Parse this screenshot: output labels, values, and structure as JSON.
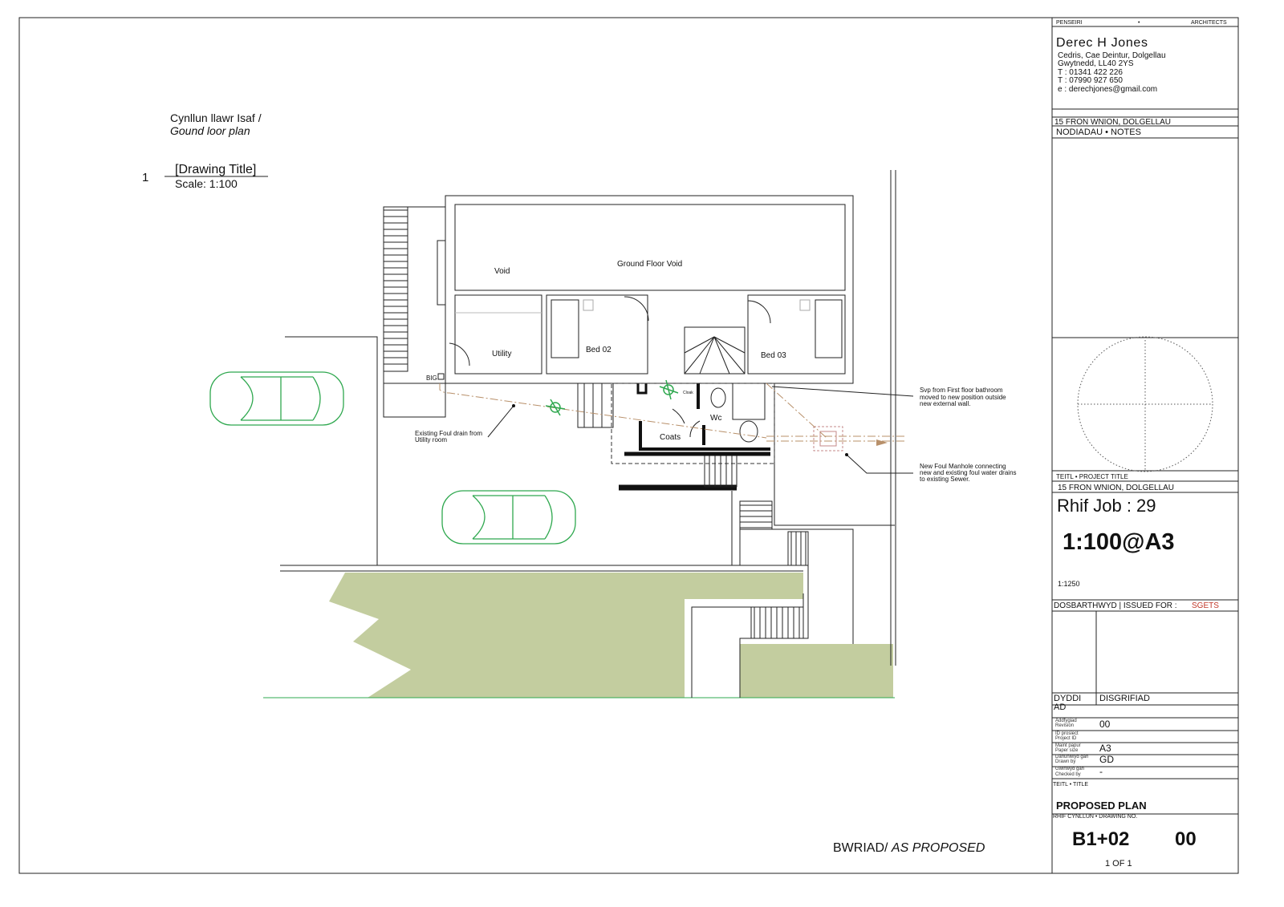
{
  "drawing": {
    "plan_title_welsh": "Cynllun llawr Isaf /",
    "plan_title_english": "Gound loor plan",
    "drawing_number_marker": "1",
    "drawing_title": "[Drawing Title]",
    "scale": "Scale: 1:100",
    "footer_label_welsh": "BWRIAD/",
    "footer_label_english": "AS PROPOSED",
    "rooms": {
      "void": "Void",
      "ground_floor_void": "Ground Floor Void",
      "utility": "Utility",
      "bed_02": "Bed 02",
      "bed_03": "Bed 03",
      "wc": "Wc",
      "coats": "Coats",
      "cloak": "Cloak",
      "big": "BIG"
    },
    "annotations": {
      "foul_drain": [
        "Existing Foul drain from",
        "Utility room"
      ],
      "svp": [
        "Svp from First floor bathroom",
        "moved to new position outside",
        "new external wall."
      ],
      "manhole": [
        "New Foul Manhole connecting",
        "new and existing foul water drains",
        "to existing Sewer."
      ]
    },
    "colors": {
      "car": "#2fa84f",
      "grass": "#c3cd9f",
      "drain": "#b8906a",
      "issued_for": "#c0392b"
    }
  },
  "title_block": {
    "penseiri": "PENSEIRI",
    "dot": "•",
    "architects": "ARCHITECTS",
    "architect_name": "Derec H Jones",
    "address_1": "Cedris, Cae Deintur, Dolgellau",
    "address_2": "Gwytnedd,  LL40 2YS",
    "phone_1": "T : 01341 422 226",
    "phone_2": "T : 07990 927 650",
    "email": "e : derechjones@gmail.com",
    "site": "15 FRON WNION, DOLGELLAU",
    "notes_label": "NODIADAU • NOTES",
    "project_title_label": "TEITL • PROJECT  TITLE",
    "project_title": "15 FRON WNION, DOLGELLAU",
    "job_number": "Rhif Job : 29",
    "scale_sheet": "1:100@A3",
    "location_scale": "1:1250",
    "issued_for_label": "DOSBARTHWYD | ISSUED FOR :",
    "issued_for_value": "SGETS",
    "date_label_1": "DYDDI",
    "date_label_2": "AD",
    "description_label": "DISGRIFIAD",
    "revision_label": [
      "Addfygiad",
      "Revision"
    ],
    "revision": "00",
    "project_id_label": [
      "ID prosiect",
      "Project ID"
    ],
    "paper_size_label": [
      "Maint papur",
      "Paper size"
    ],
    "paper_size": "A3",
    "drawn_by_label": [
      "Darluniwyd gan",
      "Drawn by"
    ],
    "drawn_by": "GD",
    "checked_by_label": [
      "Gwiriwyd gan",
      "Checked by"
    ],
    "checked_by": "-",
    "title_label": "TEITL • TITLE",
    "title": "PROPOSED PLAN",
    "drawing_no_label": "RHIF CYNLLUN • DRAWING NO.",
    "drawing_no": "B1+02",
    "drawing_rev": "00",
    "sheet": "1 OF 1"
  }
}
